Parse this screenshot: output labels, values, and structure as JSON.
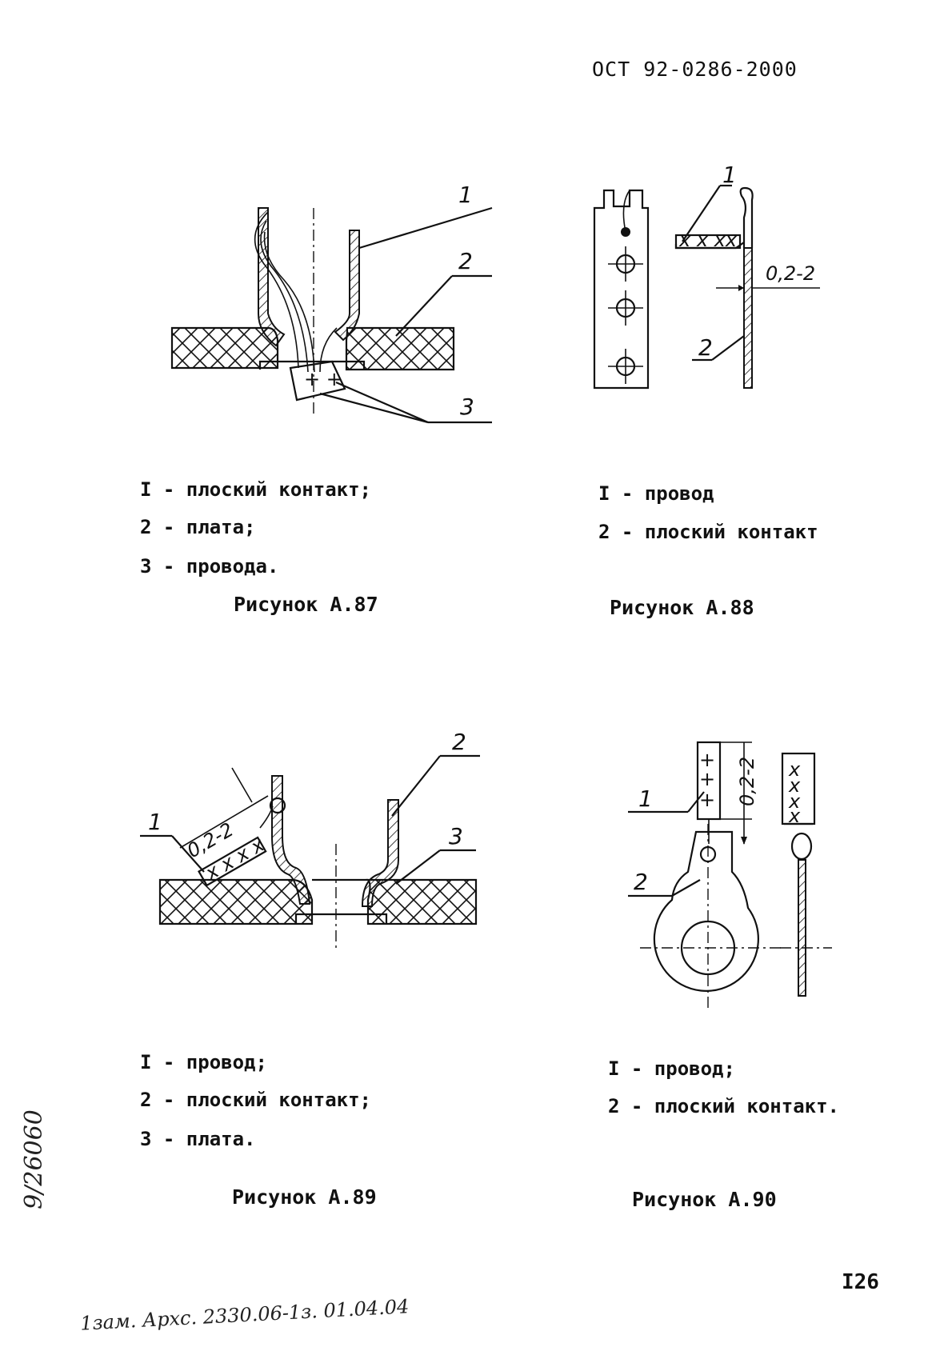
{
  "header": {
    "doc_code": "ОСТ 92-0286-2000"
  },
  "figures": [
    {
      "id": "A87",
      "caption": "Рисунок А.87",
      "legend": [
        "I - плоский контакт;",
        "2 - плата;",
        "3 - провода."
      ],
      "callouts": [
        "1",
        "2",
        "3"
      ]
    },
    {
      "id": "A88",
      "caption": "Рисунок А.88",
      "legend": [
        "I - провод",
        "2 - плоский контакт"
      ],
      "callouts": [
        "1",
        "2"
      ],
      "dimension": "0,2-2"
    },
    {
      "id": "A89",
      "caption": "Рисунок А.89",
      "legend": [
        "I - провод;",
        "2 - плоский контакт;",
        "3 - плата."
      ],
      "callouts": [
        "1",
        "2",
        "3"
      ],
      "dimension": "0,2-2"
    },
    {
      "id": "A90",
      "caption": "Рисунок А.90",
      "legend": [
        "I - провод;",
        "2 - плоский контакт."
      ],
      "callouts": [
        "1",
        "2"
      ],
      "dimension": "0,2-2"
    }
  ],
  "page_number": "I26",
  "margin_handwriting": "9/26060",
  "bottom_handwriting": "1зам. Архс. 2330.06-1з. 01.04.04"
}
